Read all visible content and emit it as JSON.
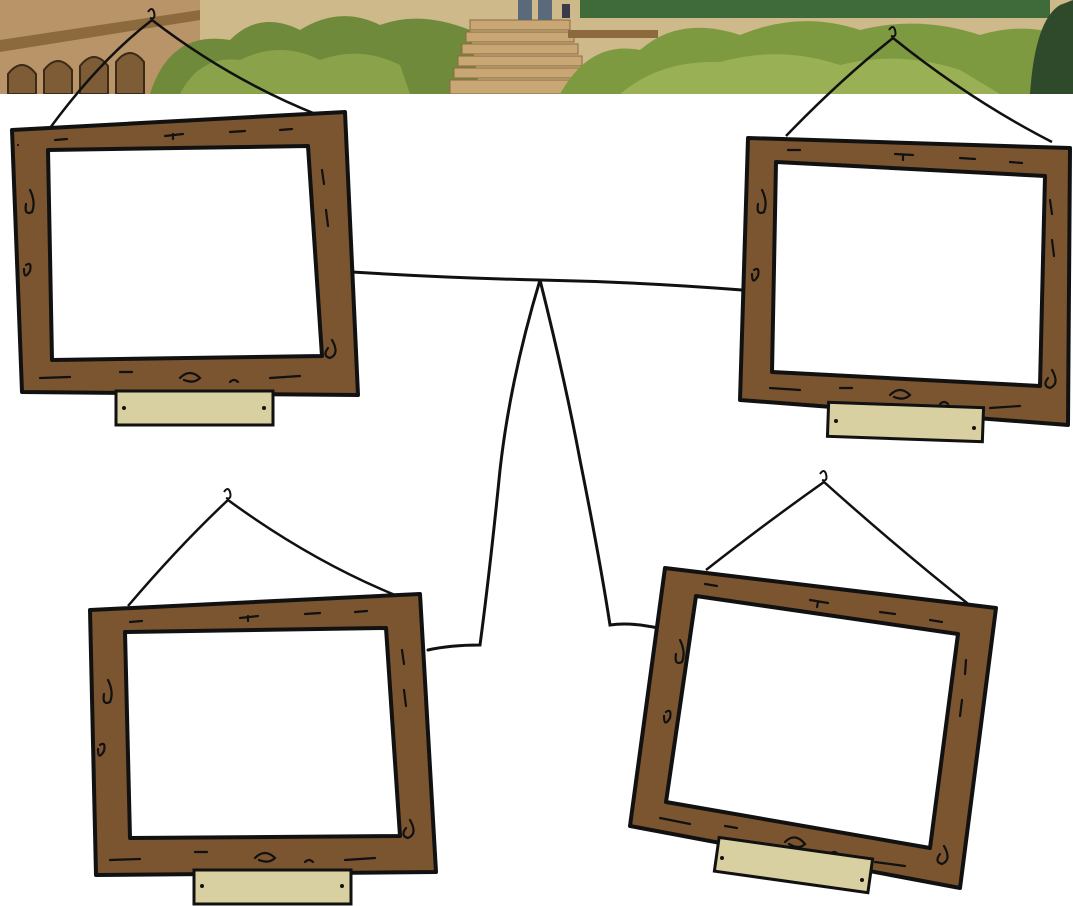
{
  "colors": {
    "frame_brown": "#7a5530",
    "frame_outline": "#111111",
    "plaque_fill": "#d8d0a0",
    "canvas_fill": "#ffffff",
    "scene_sky": "#d8c89a",
    "scene_foliage": "#6f8a3a",
    "scene_dark_foliage": "#2f4a2a",
    "scene_stone": "#b89468",
    "scene_wood": "#8c6a3e"
  },
  "header_scene": {
    "description_icon": "garden-stairs-scene-image"
  },
  "frames": [
    {
      "id": "frame-top-left",
      "plaque_text": ""
    },
    {
      "id": "frame-top-right",
      "plaque_text": ""
    },
    {
      "id": "frame-bottom-left",
      "plaque_text": ""
    },
    {
      "id": "frame-bottom-right",
      "plaque_text": ""
    }
  ]
}
